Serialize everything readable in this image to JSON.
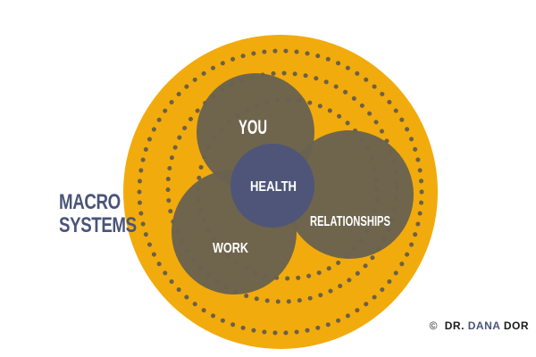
{
  "labels": {
    "you": "YOU",
    "health": "HEALTH",
    "relationships": "RELATIONSHIPS",
    "work": "WORK",
    "macro_line1": "MACRO",
    "macro_line2": "SYSTEMS"
  },
  "credit": {
    "symbol": "©",
    "prefix": "DR.",
    "highlight": "DANA",
    "suffix": "DOR"
  },
  "colors": {
    "outer_ring": "#f2ab0c",
    "overlap_circles": "#69624f",
    "center_circle": "#4e5578",
    "label_text": "#ffffff",
    "macro_text": "#4a5478",
    "dots": "#6b6048"
  }
}
